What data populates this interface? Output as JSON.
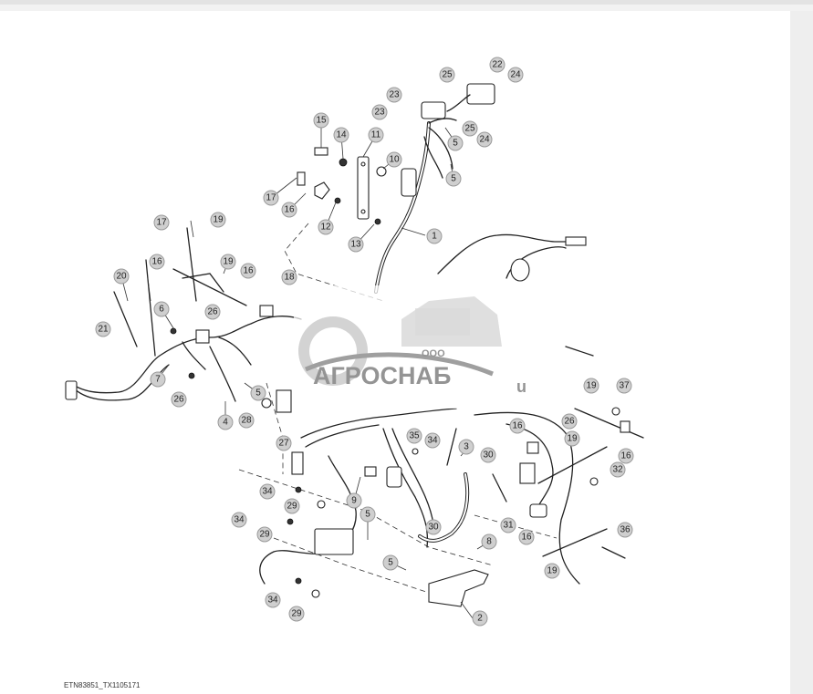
{
  "figure_id": "ETN83851_TX1105171",
  "watermark": {
    "company_prefix": "ООО",
    "company_name": "АГРОСНАБ",
    "suffix": "u"
  },
  "callouts": [
    {
      "label": "1"
    },
    {
      "label": "2"
    },
    {
      "label": "3"
    },
    {
      "label": "4"
    },
    {
      "label": "5"
    },
    {
      "label": "5"
    },
    {
      "label": "5"
    },
    {
      "label": "5"
    },
    {
      "label": "5"
    },
    {
      "label": "6"
    },
    {
      "label": "7"
    },
    {
      "label": "8"
    },
    {
      "label": "9"
    },
    {
      "label": "10"
    },
    {
      "label": "11"
    },
    {
      "label": "12"
    },
    {
      "label": "13"
    },
    {
      "label": "14"
    },
    {
      "label": "15"
    },
    {
      "label": "16"
    },
    {
      "label": "16"
    },
    {
      "label": "16"
    },
    {
      "label": "16"
    },
    {
      "label": "16"
    },
    {
      "label": "16"
    },
    {
      "label": "16"
    },
    {
      "label": "17"
    },
    {
      "label": "17"
    },
    {
      "label": "18"
    },
    {
      "label": "19"
    },
    {
      "label": "19"
    },
    {
      "label": "19"
    },
    {
      "label": "19"
    },
    {
      "label": "19"
    },
    {
      "label": "20"
    },
    {
      "label": "21"
    },
    {
      "label": "22"
    },
    {
      "label": "23"
    },
    {
      "label": "23"
    },
    {
      "label": "24"
    },
    {
      "label": "24"
    },
    {
      "label": "25"
    },
    {
      "label": "25"
    },
    {
      "label": "26"
    },
    {
      "label": "26"
    },
    {
      "label": "26"
    },
    {
      "label": "27"
    },
    {
      "label": "28"
    },
    {
      "label": "29"
    },
    {
      "label": "29"
    },
    {
      "label": "29"
    },
    {
      "label": "30"
    },
    {
      "label": "30"
    },
    {
      "label": "31"
    },
    {
      "label": "32"
    },
    {
      "label": "34"
    },
    {
      "label": "34"
    },
    {
      "label": "34"
    },
    {
      "label": "34"
    },
    {
      "label": "35"
    },
    {
      "label": "36"
    },
    {
      "label": "37"
    }
  ]
}
